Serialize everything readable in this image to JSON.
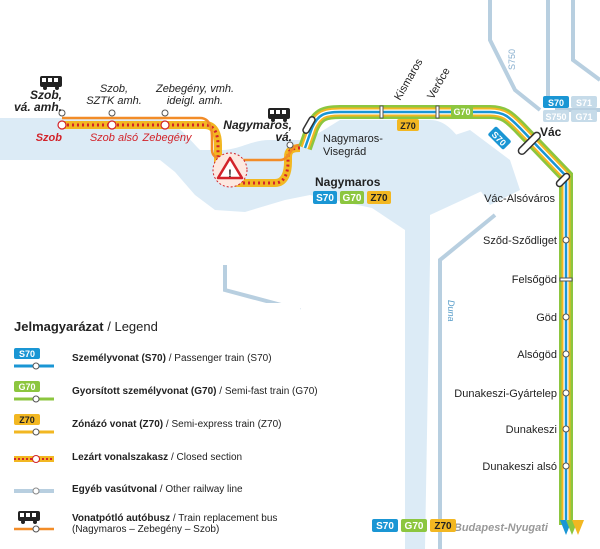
{
  "colors": {
    "s70": "#1a96d4",
    "g70": "#8cc63f",
    "z70": "#f2b722",
    "closed": "#d2232a",
    "water": "#dcebf6",
    "other_rail": "#b8cfe0"
  },
  "stations_closed_section": {
    "szob_amh": "Szob,\nvá. amh.",
    "szob_sztk": "Szob,\nSZTK amh.",
    "zebegeny_amh": "Zebegény, vmh.\nideigl. amh.",
    "szob": "Szob",
    "szob_also": "Szob alsó",
    "zebegeny": "Zebegény",
    "nagymaros_va": "Nagymaros,\nvá."
  },
  "stations_main": {
    "nagymaros_visegrad": "Nagymaros-\nVisegrád",
    "kismaros": "Kismaros",
    "veroce": "Verőce",
    "nagymaros": "Nagymaros",
    "vac": "Vác",
    "vac_alsovaros": "Vác-Alsóváros",
    "szod": "Sződ-Sződliget",
    "felsogod": "Felsőgöd",
    "god": "Göd",
    "alsogod": "Alsógöd",
    "dunakeszi_gyartelep": "Dunakeszi-Gyártelep",
    "dunakeszi": "Dunakeszi",
    "dunakeszi_also": "Dunakeszi alsó",
    "budapest": "Budapest-Nyugati"
  },
  "other_lines": {
    "s750_road": "S750",
    "vac_badges": [
      "S70",
      "S71",
      "S750",
      "G71"
    ]
  },
  "river": "Duna",
  "route_badges": {
    "s70": "S70",
    "g70": "G70",
    "z70": "Z70"
  },
  "legend": {
    "title_hu": "Jelmagyarázat",
    "title_sep": " / ",
    "title_en": "Legend",
    "items": [
      {
        "symbol": "s70-badge",
        "label_bold": "Személyvonat (S70)",
        "label": " / Passenger train (S70)"
      },
      {
        "symbol": "g70-badge",
        "label_bold": "Gyorsított személyvonat (G70)",
        "label": " / Semi-fast train (G70)"
      },
      {
        "symbol": "z70-badge",
        "label_bold": "Zónázó vonat (Z70)",
        "label": " / Semi-express train (Z70)"
      },
      {
        "symbol": "closed-line",
        "label_bold": "Lezárt vonalszakasz",
        "label": " / Closed section"
      },
      {
        "symbol": "other-line",
        "label_bold": "Egyéb vasútvonal",
        "label": " / Other railway line"
      },
      {
        "symbol": "bus",
        "label_bold": "Vonatpótló autóbusz",
        "label": " / Train replacement bus",
        "label2": "(Nagymaros – Zebegény – Szob)"
      }
    ]
  }
}
